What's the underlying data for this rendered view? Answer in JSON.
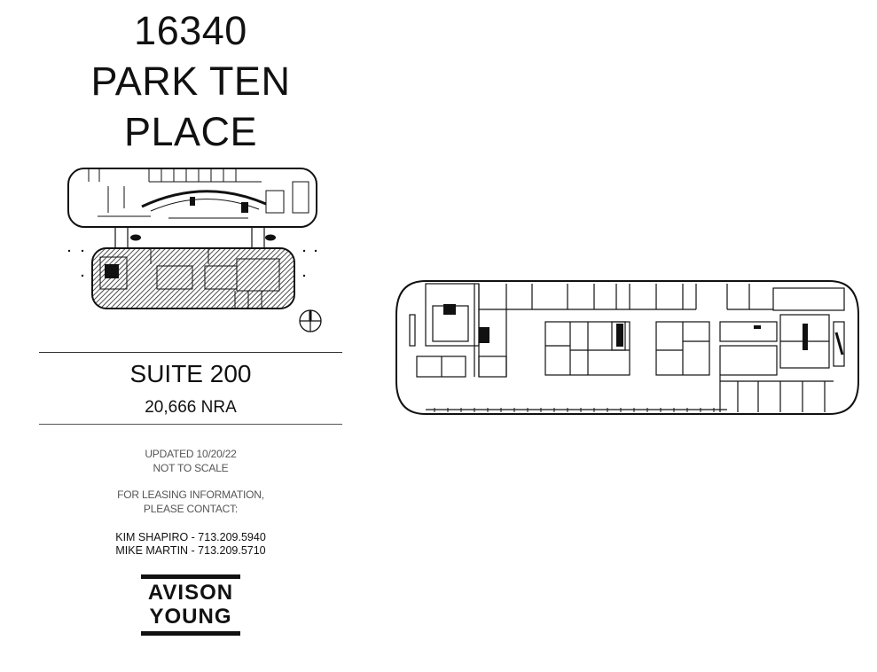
{
  "header": {
    "address_number": "16340",
    "building_line1": "PARK TEN",
    "building_line2": "PLACE"
  },
  "keyplan": {
    "label": "building-key-plan",
    "highlighted_floor": "Suite 200 (hatched)",
    "north_arrow": "north-arrow-icon"
  },
  "suite": {
    "name": "SUITE 200",
    "area": "20,666 NRA"
  },
  "notes": {
    "updated": "UPDATED 10/20/22",
    "scale": "NOT TO SCALE",
    "leasing_line1": "FOR LEASING INFORMATION,",
    "leasing_line2": "PLEASE CONTACT:"
  },
  "contacts": [
    {
      "name": "KIM SHAPIRO",
      "phone": "713.209.5940",
      "display": "KIM SHAPIRO - 713.209.5940"
    },
    {
      "name": "MIKE MARTIN",
      "phone": "713.209.5710",
      "display": "MIKE MARTIN - 713.209.5710"
    }
  ],
  "brand": {
    "line1": "AVISON",
    "line2": "YOUNG",
    "color": "#111111"
  },
  "floorplan": {
    "label": "suite-200-floor-plan",
    "line_color": "#111111"
  }
}
